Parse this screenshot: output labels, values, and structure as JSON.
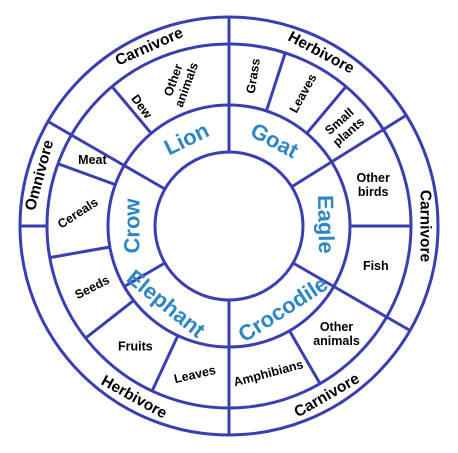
{
  "colors": {
    "ring": "#3a3fb0",
    "animal_text": "#2f86c4",
    "food_text": "#000000",
    "diet_text": "#000000"
  },
  "animals": [
    {
      "id": "lion",
      "label": "Lion"
    },
    {
      "id": "goat",
      "label": "Goat"
    },
    {
      "id": "eagle",
      "label": "Eagle"
    },
    {
      "id": "crocodile",
      "label": "Crocodile"
    },
    {
      "id": "elephant",
      "label": "Elephant"
    },
    {
      "id": "crow",
      "label": "Crow"
    }
  ],
  "foods": [
    {
      "id": "other-animals-lion",
      "lines": [
        "Other",
        "animals"
      ]
    },
    {
      "id": "dew",
      "lines": [
        "Dew"
      ]
    },
    {
      "id": "grass",
      "lines": [
        "Grass"
      ]
    },
    {
      "id": "leaves-goat",
      "lines": [
        "Leaves"
      ]
    },
    {
      "id": "small-plants",
      "lines": [
        "Small",
        "plants"
      ]
    },
    {
      "id": "other-birds",
      "lines": [
        "Other",
        "birds"
      ]
    },
    {
      "id": "fish",
      "lines": [
        "Fish"
      ]
    },
    {
      "id": "other-animals-crocodile",
      "lines": [
        "Other",
        "animals"
      ]
    },
    {
      "id": "amphibians",
      "lines": [
        "Amphibians"
      ]
    },
    {
      "id": "leaves-elephant",
      "lines": [
        "Leaves"
      ]
    },
    {
      "id": "fruits",
      "lines": [
        "Fruits"
      ]
    },
    {
      "id": "seeds",
      "lines": [
        "Seeds"
      ]
    },
    {
      "id": "cereals",
      "lines": [
        "Cereals"
      ]
    },
    {
      "id": "meat",
      "lines": [
        "Meat"
      ]
    }
  ],
  "diets": [
    {
      "id": "carnivore-lion",
      "label": "Carnivore"
    },
    {
      "id": "herbivore-goat",
      "label": "Herbivore"
    },
    {
      "id": "carnivore-eagle",
      "label": "Carnivore"
    },
    {
      "id": "carnivore-crocodile",
      "label": "Carnivore"
    },
    {
      "id": "herbivore-elephant",
      "label": "Herbivore"
    },
    {
      "id": "omnivore-crow",
      "label": "Omnivore"
    }
  ]
}
